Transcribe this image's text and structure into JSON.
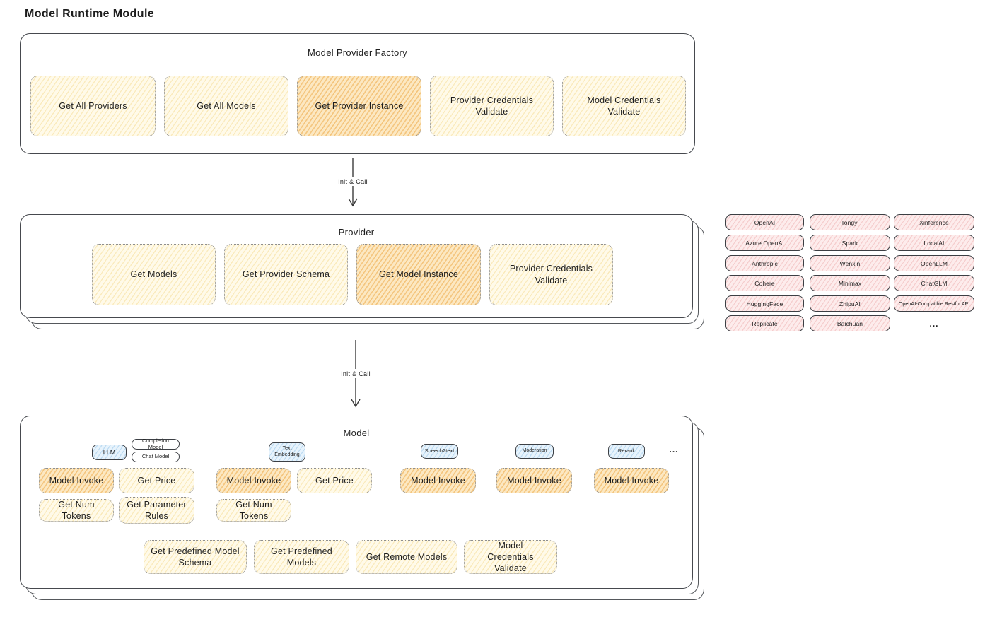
{
  "title": "Model Runtime Module",
  "arrows": {
    "label1": "Init & Call",
    "label2": "Init & Call"
  },
  "factory": {
    "title": "Model Provider Factory",
    "items": [
      {
        "label": "Get All Providers",
        "highlight": false
      },
      {
        "label": "Get All Models",
        "highlight": false
      },
      {
        "label": "Get Provider Instance",
        "highlight": true
      },
      {
        "label": "Provider Credentials Validate",
        "highlight": false
      },
      {
        "label": "Model Credentials Validate",
        "highlight": false
      }
    ]
  },
  "provider": {
    "title": "Provider",
    "items": [
      {
        "label": "Get Models",
        "highlight": false
      },
      {
        "label": "Get Provider Schema",
        "highlight": false
      },
      {
        "label": "Get Model Instance",
        "highlight": true
      },
      {
        "label": "Provider Credentials Validate",
        "highlight": false
      }
    ]
  },
  "providers_grid": {
    "items": [
      "OpenAI",
      "Tongyi",
      "Xinference",
      "Azure OpenAI",
      "Spark",
      "LocalAI",
      "Anthropic",
      "Wenxin",
      "OpenLLM",
      "Cohere",
      "Minimax",
      "ChatGLM",
      "HuggingFace",
      "ZhipuAI",
      "OpenAI-Compatible Restful API",
      "Replicate",
      "Baichuan"
    ],
    "more": "..."
  },
  "model": {
    "title": "Model",
    "tags": [
      {
        "label": "LLM",
        "style": "blue"
      },
      {
        "label": "Completion Model",
        "style": "white"
      },
      {
        "label": "Chat Model",
        "style": "white"
      },
      {
        "label": "Text Embedding",
        "style": "blue"
      },
      {
        "label": "Speech2text",
        "style": "blue"
      },
      {
        "label": "Moderation",
        "style": "blue"
      },
      {
        "label": "Rerank",
        "style": "blue"
      }
    ],
    "more": "...",
    "row1": [
      {
        "label": "Model Invoke",
        "highlight": true
      },
      {
        "label": "Get Price",
        "highlight": false
      },
      {
        "label": "Model Invoke",
        "highlight": true
      },
      {
        "label": "Get Price",
        "highlight": false
      },
      {
        "label": "Model Invoke",
        "highlight": true
      },
      {
        "label": "Model Invoke",
        "highlight": true
      },
      {
        "label": "Model Invoke",
        "highlight": true
      }
    ],
    "row2": [
      {
        "label": "Get Num Tokens"
      },
      {
        "label": "Get Parameter Rules"
      },
      {
        "label": "Get Num Tokens"
      }
    ],
    "row3": [
      {
        "label": "Get Predefined Model Schema"
      },
      {
        "label": "Get Predefined Models"
      },
      {
        "label": "Get Remote Models"
      },
      {
        "label": "Model Credentials Validate"
      }
    ]
  },
  "colors": {
    "yellow_fill": "#FFFAE9",
    "orange_fill": "#FCE8C2",
    "pink_fill": "#FDECEC",
    "blue_fill": "#E7F3FC",
    "border_dark": "#46494E",
    "border_dotted": "#8F8F8F",
    "text": "#1D1D1D"
  }
}
